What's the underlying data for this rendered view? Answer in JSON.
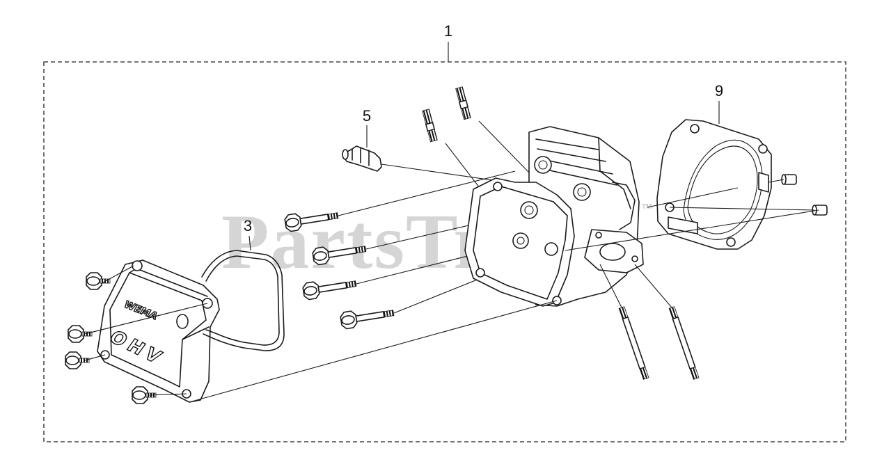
{
  "diagram": {
    "callouts": {
      "assembly": "1",
      "gasket": "3",
      "breather": "5",
      "head_gasket": "9"
    },
    "cover_embossing": {
      "brand": "WEMA",
      "type": "OHV"
    },
    "watermark": {
      "text": "PartsTree",
      "trademark": "TM"
    }
  }
}
